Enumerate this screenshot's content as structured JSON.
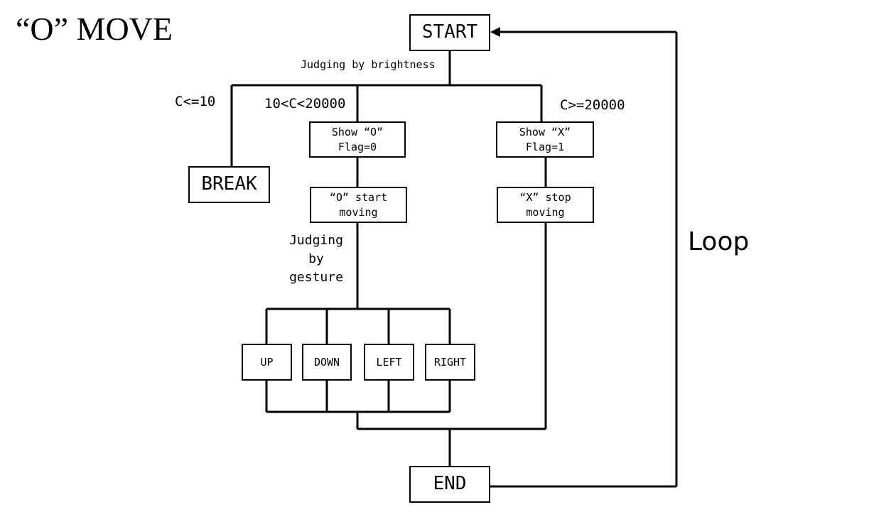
{
  "title": "“O” MOVE",
  "nodes": {
    "start": "START",
    "end": "END",
    "break": "BREAK",
    "show_o": {
      "line1": "Show “O”",
      "line2": "Flag=0"
    },
    "show_x": {
      "line1": "Show “X”",
      "line2": "Flag=1"
    },
    "o_start": {
      "line1": "“O” start",
      "line2": "moving"
    },
    "x_stop": {
      "line1": "“X” stop",
      "line2": "moving"
    },
    "up": "UP",
    "down": "DOWN",
    "left": "LEFT",
    "right": "RIGHT"
  },
  "labels": {
    "judging_brightness": "Judging by brightness",
    "cond_low": "C<=10",
    "cond_mid": "10<C<20000",
    "cond_high": "C>=20000",
    "judging_gesture": {
      "line1": "Judging",
      "line2": "by",
      "line3": "gesture"
    },
    "loop": "Loop"
  }
}
